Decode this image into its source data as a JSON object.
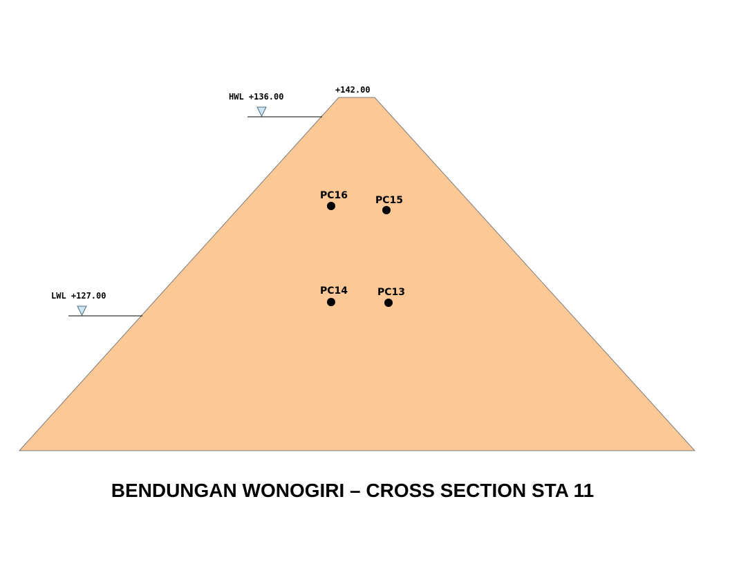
{
  "colors": {
    "dam_fill": "#fcc896",
    "dam_stroke": "#7a7a7a",
    "water_marker_fill": "#cfe6f2",
    "water_marker_stroke": "#4a6a80",
    "sensor_fill": "#000000"
  },
  "labels": {
    "crest": "+142.00",
    "hwl": "HWL +136.00",
    "lwl": "LWL +127.00"
  },
  "sensors": [
    {
      "id": "PC16",
      "label": "PC16"
    },
    {
      "id": "PC15",
      "label": "PC15"
    },
    {
      "id": "PC14",
      "label": "PC14"
    },
    {
      "id": "PC13",
      "label": "PC13"
    }
  ],
  "title": "BENDUNGAN WONOGIRI – CROSS SECTION STA 11"
}
